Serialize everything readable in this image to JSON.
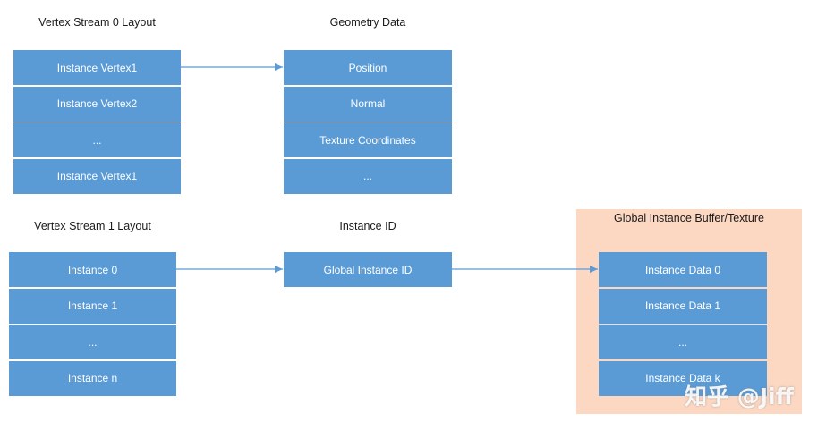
{
  "colors": {
    "block": "#5b9bd5",
    "highlight": "#fcd7c2",
    "arrow": "#5b9bd5"
  },
  "vertex_stream_0": {
    "title": "Vertex Stream 0 Layout",
    "cells": [
      "Instance Vertex1",
      "Instance Vertex2",
      "...",
      "Instance Vertex1"
    ]
  },
  "geometry_data": {
    "title": "Geometry Data",
    "cells": [
      "Position",
      "Normal",
      "Texture Coordinates",
      "..."
    ]
  },
  "vertex_stream_1": {
    "title": "Vertex Stream 1 Layout",
    "cells": [
      "Instance 0",
      "Instance 1",
      "...",
      "Instance n"
    ]
  },
  "instance_id": {
    "title": "Instance ID",
    "cells": [
      "Global Instance ID"
    ]
  },
  "global_buffer": {
    "title": "Global Instance Buffer/Texture",
    "cells": [
      "Instance Data 0",
      "Instance Data 1",
      "...",
      "Instance Data k"
    ]
  },
  "watermark": "知乎 @Jiff"
}
